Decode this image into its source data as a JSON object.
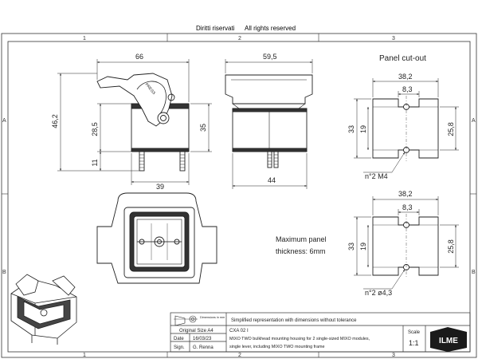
{
  "header": {
    "rights_it": "Diritti riservati",
    "rights_en": "All rights reserved"
  },
  "zones": {
    "cols": [
      "1",
      "2",
      "3"
    ],
    "rows": [
      "A",
      "B"
    ]
  },
  "views": {
    "side": {
      "dim_width": "66",
      "dim_height_total": "46,2",
      "dim_height_body": "28,5",
      "dim_height_stud": "11",
      "dim_base": "39",
      "lever_text": "PRESS"
    },
    "front": {
      "dim_width": "59,5",
      "dim_height": "35",
      "dim_base": "44"
    },
    "top": {
      "note_line1": "Maximum panel",
      "note_line2": "thickness: 6mm"
    }
  },
  "panel_cutout": {
    "title": "Panel cut-out",
    "cut1": {
      "dim_width": "38,2",
      "dim_hole_spacing": "8,3",
      "dim_height": "33",
      "dim_inner": "19",
      "dim_right": "25,8",
      "note": "n°2 M4"
    },
    "cut2": {
      "dim_width": "38,2",
      "dim_hole_spacing": "8,3",
      "dim_height": "33",
      "dim_inner": "19",
      "dim_right": "25,8",
      "note": "n°2 ø4,3"
    }
  },
  "title_block": {
    "dimensions_label": "Dimensions in mm",
    "disclaimer": "Simplified representation with dimensions without tolerance",
    "original_size": "Original Size A4",
    "date_label": "Date",
    "date_value": "16/03/23",
    "sign_label": "Sign.",
    "sign_value": "G. Renna",
    "code": "CXA 02 I",
    "description_line1": "MIXO TWO bulkhead mounting housing for 2 single-sized MIXO modules,",
    "description_line2": "single lever, including MIXO TWO mounting frame",
    "scale_label": "Scale",
    "scale_value": "1:1",
    "logo": "ILME"
  }
}
